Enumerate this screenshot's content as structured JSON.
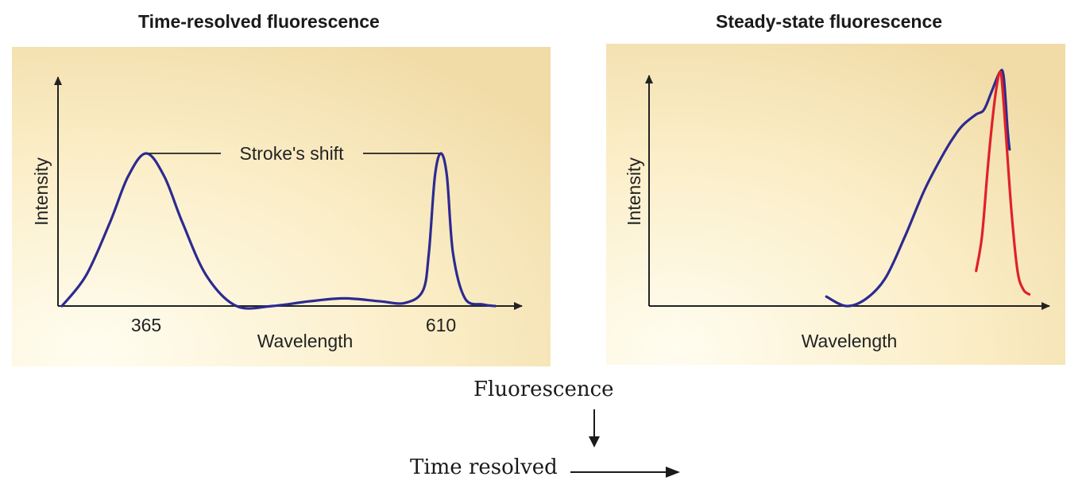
{
  "colors": {
    "panel_bg_edge": "#f3dfae",
    "panel_bg_light": "#fffbe6",
    "curve_blue": "#2d2a91",
    "curve_red": "#e0202a"
  },
  "left_panel": {
    "title": "Time-resolved fluorescence"
  },
  "right_panel": {
    "title": "Steady-state fluorescence"
  },
  "flow": {
    "fluorescence_label": "Fluorescence",
    "time_resolved_label": "Time resolved"
  },
  "chart_data": [
    {
      "type": "line",
      "title": "Time-resolved fluorescence",
      "xlabel": "Wavelength",
      "ylabel": "Intensity",
      "x_ticks": [
        "365",
        "610"
      ],
      "annotation": "Stroke's shift",
      "series": [
        {
          "color": "#2d2a91",
          "x": [
            295,
            315,
            335,
            350,
            365,
            380,
            395,
            415,
            440,
            470,
            500,
            530,
            560,
            580,
            595,
            600,
            605,
            610,
            615,
            620,
            630,
            645,
            655
          ],
          "y": [
            0,
            0.2,
            0.55,
            0.85,
            1.0,
            0.85,
            0.55,
            0.2,
            0,
            0,
            0.03,
            0.05,
            0.03,
            0.02,
            0.1,
            0.35,
            0.85,
            1.0,
            0.85,
            0.35,
            0.05,
            0.01,
            0
          ]
        }
      ]
    },
    {
      "type": "line",
      "title": "Steady-state fluorescence",
      "xlabel": "Wavelength",
      "ylabel": "Intensity",
      "series": [
        {
          "color": "#2d2a91",
          "x": [
            0.45,
            0.5,
            0.55,
            0.6,
            0.65,
            0.7,
            0.75,
            0.78,
            0.8,
            0.83,
            0.85,
            0.87,
            0.89,
            0.9,
            0.91,
            0.915
          ],
          "y": [
            0.04,
            0.0,
            0.03,
            0.12,
            0.3,
            0.5,
            0.66,
            0.74,
            0.78,
            0.82,
            0.84,
            0.92,
            1.0,
            0.98,
            0.75,
            0.67
          ]
        },
        {
          "color": "#e0202a",
          "x": [
            0.83,
            0.845,
            0.86,
            0.875,
            0.885,
            0.89,
            0.895,
            0.905,
            0.92,
            0.935,
            0.95,
            0.965
          ],
          "y": [
            0.15,
            0.3,
            0.6,
            0.85,
            0.97,
            1.0,
            0.97,
            0.75,
            0.4,
            0.15,
            0.07,
            0.05
          ]
        }
      ]
    }
  ]
}
